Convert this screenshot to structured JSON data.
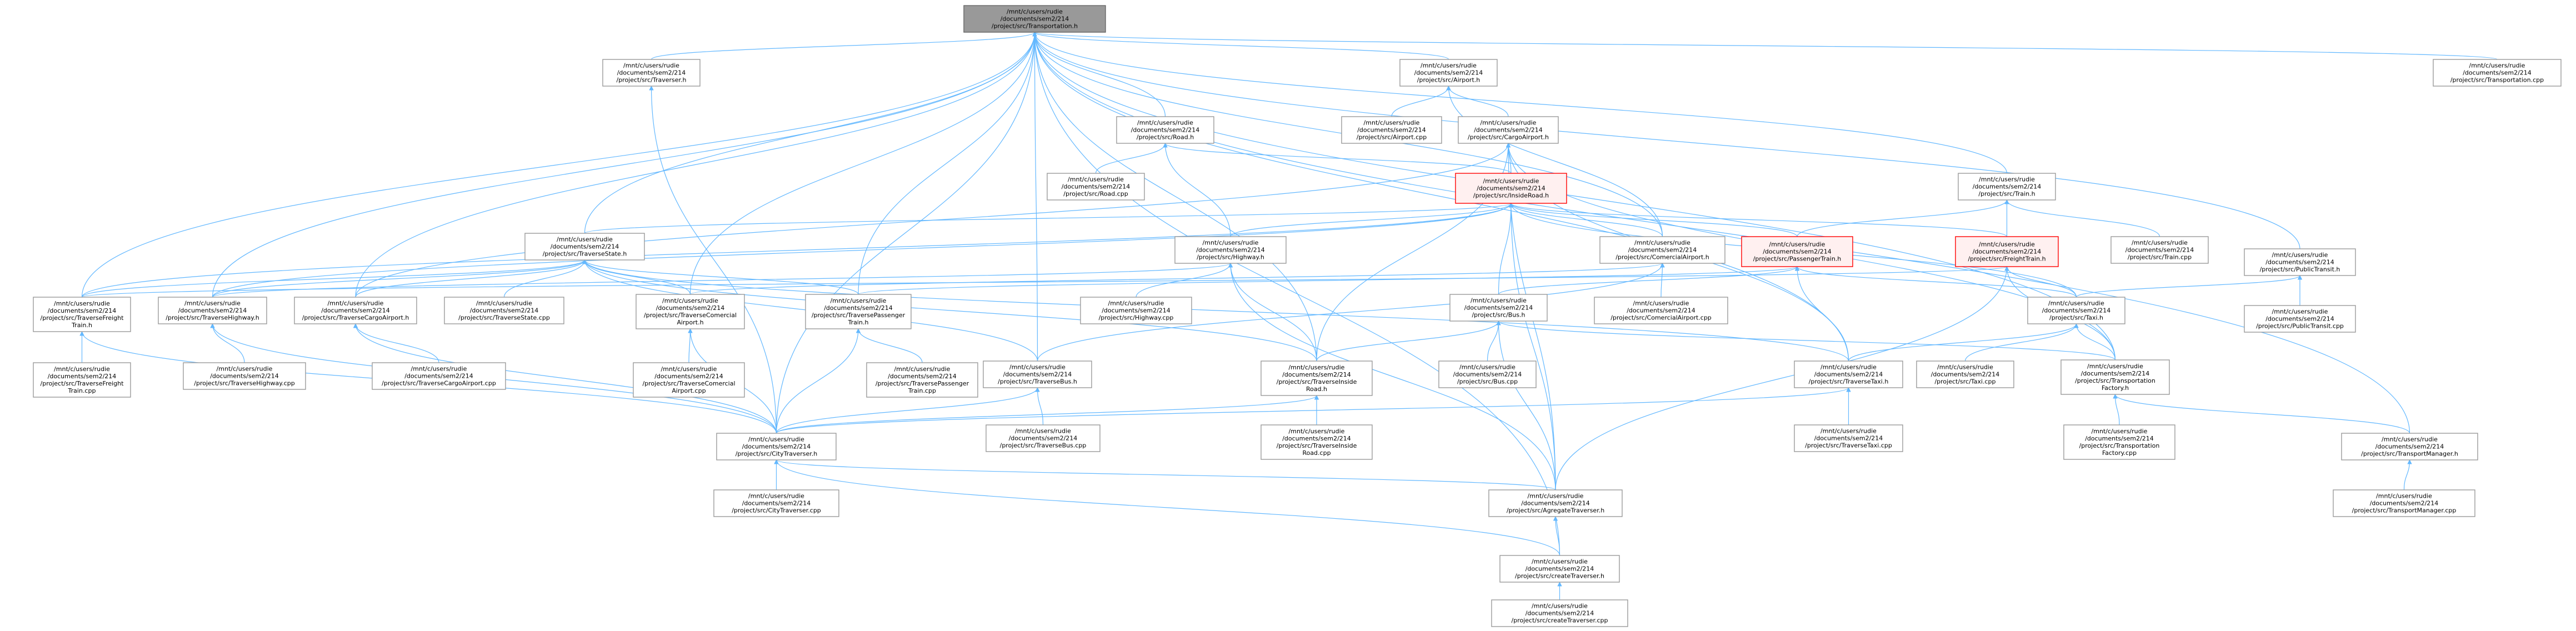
{
  "colors": {
    "edge": "#63b8ff",
    "root_fill": "#999999",
    "highlight_border": "#ff0000",
    "highlight_fill": "#fff0f0",
    "node_border": "#999999"
  },
  "nodes": [
    {
      "id": "transportation_h",
      "lines": [
        "/mnt/c/users/rudie",
        "/documents/sem2/214",
        "/project/src/Transportation.h"
      ],
      "root": true
    },
    {
      "id": "traverser_h",
      "lines": [
        "/mnt/c/users/rudie",
        "/documents/sem2/214",
        "/project/src/Traverser.h"
      ]
    },
    {
      "id": "airport_h",
      "lines": [
        "/mnt/c/users/rudie",
        "/documents/sem2/214",
        "/project/src/Airport.h"
      ]
    },
    {
      "id": "transportation_cpp",
      "lines": [
        "/mnt/c/users/rudie",
        "/documents/sem2/214",
        "/project/src/Transportation.cpp"
      ]
    },
    {
      "id": "road_h",
      "lines": [
        "/mnt/c/users/rudie",
        "/documents/sem2/214",
        "/project/src/Road.h"
      ]
    },
    {
      "id": "airport_cpp",
      "lines": [
        "/mnt/c/users/rudie",
        "/documents/sem2/214",
        "/project/src/Airport.cpp"
      ]
    },
    {
      "id": "cargoairport_h",
      "lines": [
        "/mnt/c/users/rudie",
        "/documents/sem2/214",
        "/project/src/CargoAirport.h"
      ]
    },
    {
      "id": "road_cpp",
      "lines": [
        "/mnt/c/users/rudie",
        "/documents/sem2/214",
        "/project/src/Road.cpp"
      ]
    },
    {
      "id": "insideroad_h",
      "lines": [
        "/mnt/c/users/rudie",
        "/documents/sem2/214",
        "/project/src/InsideRoad.h"
      ],
      "highlight": true
    },
    {
      "id": "train_h",
      "lines": [
        "/mnt/c/users/rudie",
        "/documents/sem2/214",
        "/project/src/Train.h"
      ]
    },
    {
      "id": "traversestate_h",
      "lines": [
        "/mnt/c/users/rudie",
        "/documents/sem2/214",
        "/project/src/TraverseState.h"
      ]
    },
    {
      "id": "highway_h",
      "lines": [
        "/mnt/c/users/rudie",
        "/documents/sem2/214",
        "/project/src/Highway.h"
      ]
    },
    {
      "id": "comercialairport_h",
      "lines": [
        "/mnt/c/users/rudie",
        "/documents/sem2/214",
        "/project/src/ComercialAirport.h"
      ]
    },
    {
      "id": "passengertrain_h",
      "lines": [
        "/mnt/c/users/rudie",
        "/documents/sem2/214",
        "/project/src/PassengerTrain.h"
      ],
      "highlight": true
    },
    {
      "id": "freighttrain_h",
      "lines": [
        "/mnt/c/users/rudie",
        "/documents/sem2/214",
        "/project/src/FreightTrain.h"
      ],
      "highlight": true
    },
    {
      "id": "train_cpp",
      "lines": [
        "/mnt/c/users/rudie",
        "/documents/sem2/214",
        "/project/src/Train.cpp"
      ]
    },
    {
      "id": "publictransit_h",
      "lines": [
        "/mnt/c/users/rudie",
        "/documents/sem2/214",
        "/project/src/PublicTransit.h"
      ]
    },
    {
      "id": "traversefreighttrain_h",
      "lines": [
        "/mnt/c/users/rudie",
        "/documents/sem2/214",
        "/project/src/TraverseFreight",
        "Train.h"
      ]
    },
    {
      "id": "traversehighway_h",
      "lines": [
        "/mnt/c/users/rudie",
        "/documents/sem2/214",
        "/project/src/TraverseHighway.h"
      ]
    },
    {
      "id": "traversecargoairport_h",
      "lines": [
        "/mnt/c/users/rudie",
        "/documents/sem2/214",
        "/project/src/TraverseCargoAirport.h"
      ]
    },
    {
      "id": "traversestate_cpp",
      "lines": [
        "/mnt/c/users/rudie",
        "/documents/sem2/214",
        "/project/src/TraverseState.cpp"
      ]
    },
    {
      "id": "traversecomercialairport_h",
      "lines": [
        "/mnt/c/users/rudie",
        "/documents/sem2/214",
        "/project/src/TraverseComercial",
        "Airport.h"
      ]
    },
    {
      "id": "traversepassengertrain_h",
      "lines": [
        "/mnt/c/users/rudie",
        "/documents/sem2/214",
        "/project/src/TraversePassenger",
        "Train.h"
      ]
    },
    {
      "id": "highway_cpp",
      "lines": [
        "/mnt/c/users/rudie",
        "/documents/sem2/214",
        "/project/src/Highway.cpp"
      ]
    },
    {
      "id": "bus_h",
      "lines": [
        "/mnt/c/users/rudie",
        "/documents/sem2/214",
        "/project/src/Bus.h"
      ]
    },
    {
      "id": "comercialairport_cpp",
      "lines": [
        "/mnt/c/users/rudie",
        "/documents/sem2/214",
        "/project/src/ComercialAirport.cpp"
      ]
    },
    {
      "id": "taxi_h",
      "lines": [
        "/mnt/c/users/rudie",
        "/documents/sem2/214",
        "/project/src/Taxi.h"
      ]
    },
    {
      "id": "publictransit_cpp",
      "lines": [
        "/mnt/c/users/rudie",
        "/documents/sem2/214",
        "/project/src/PublicTransit.cpp"
      ]
    },
    {
      "id": "traversefreighttrain_cpp",
      "lines": [
        "/mnt/c/users/rudie",
        "/documents/sem2/214",
        "/project/src/TraverseFreight",
        "Train.cpp"
      ]
    },
    {
      "id": "traversehighway_cpp",
      "lines": [
        "/mnt/c/users/rudie",
        "/documents/sem2/214",
        "/project/src/TraverseHighway.cpp"
      ]
    },
    {
      "id": "traversecargoairport_cpp",
      "lines": [
        "/mnt/c/users/rudie",
        "/documents/sem2/214",
        "/project/src/TraverseCargoAirport.cpp"
      ]
    },
    {
      "id": "traversecomercialairport_cpp",
      "lines": [
        "/mnt/c/users/rudie",
        "/documents/sem2/214",
        "/project/src/TraverseComercial",
        "Airport.cpp"
      ]
    },
    {
      "id": "traversepassengertrain_cpp",
      "lines": [
        "/mnt/c/users/rudie",
        "/documents/sem2/214",
        "/project/src/TraversePassenger",
        "Train.cpp"
      ]
    },
    {
      "id": "traversebus_h",
      "lines": [
        "/mnt/c/users/rudie",
        "/documents/sem2/214",
        "/project/src/TraverseBus.h"
      ]
    },
    {
      "id": "traverseinsideroad_h",
      "lines": [
        "/mnt/c/users/rudie",
        "/documents/sem2/214",
        "/project/src/TraverseInside",
        "Road.h"
      ]
    },
    {
      "id": "bus_cpp",
      "lines": [
        "/mnt/c/users/rudie",
        "/documents/sem2/214",
        "/project/src/Bus.cpp"
      ]
    },
    {
      "id": "traversetaxi_h",
      "lines": [
        "/mnt/c/users/rudie",
        "/documents/sem2/214",
        "/project/src/TraverseTaxi.h"
      ]
    },
    {
      "id": "taxi_cpp",
      "lines": [
        "/mnt/c/users/rudie",
        "/documents/sem2/214",
        "/project/src/Taxi.cpp"
      ]
    },
    {
      "id": "transportationfactory_h",
      "lines": [
        "/mnt/c/users/rudie",
        "/documents/sem2/214",
        "/project/src/Transportation",
        "Factory.h"
      ]
    },
    {
      "id": "citytraverser_h",
      "lines": [
        "/mnt/c/users/rudie",
        "/documents/sem2/214",
        "/project/src/CityTraverser.h"
      ]
    },
    {
      "id": "traversebus_cpp",
      "lines": [
        "/mnt/c/users/rudie",
        "/documents/sem2/214",
        "/project/src/TraverseBus.cpp"
      ]
    },
    {
      "id": "traverseinsideroad_cpp",
      "lines": [
        "/mnt/c/users/rudie",
        "/documents/sem2/214",
        "/project/src/TraverseInside",
        "Road.cpp"
      ]
    },
    {
      "id": "traversetaxi_cpp",
      "lines": [
        "/mnt/c/users/rudie",
        "/documents/sem2/214",
        "/project/src/TraverseTaxi.cpp"
      ]
    },
    {
      "id": "transportationfactory_cpp",
      "lines": [
        "/mnt/c/users/rudie",
        "/documents/sem2/214",
        "/project/src/Transportation",
        "Factory.cpp"
      ]
    },
    {
      "id": "transportmanager_h",
      "lines": [
        "/mnt/c/users/rudie",
        "/documents/sem2/214",
        "/project/src/TransportManager.h"
      ]
    },
    {
      "id": "citytraverser_cpp",
      "lines": [
        "/mnt/c/users/rudie",
        "/documents/sem2/214",
        "/project/src/CityTraverser.cpp"
      ]
    },
    {
      "id": "agregatetraverser_h",
      "lines": [
        "/mnt/c/users/rudie",
        "/documents/sem2/214",
        "/project/src/AgregateTraverser.h"
      ]
    },
    {
      "id": "transportmanager_cpp",
      "lines": [
        "/mnt/c/users/rudie",
        "/documents/sem2/214",
        "/project/src/TransportManager.cpp"
      ]
    },
    {
      "id": "createtraverser_h",
      "lines": [
        "/mnt/c/users/rudie",
        "/documents/sem2/214",
        "/project/src/createTraverser.h"
      ]
    },
    {
      "id": "createtraverser_cpp",
      "lines": [
        "/mnt/c/users/rudie",
        "/documents/sem2/214",
        "/project/src/createTraverser.cpp"
      ]
    }
  ],
  "edges": [
    [
      "traverser_h",
      "transportation_h"
    ],
    [
      "airport_h",
      "transportation_h"
    ],
    [
      "transportation_cpp",
      "transportation_h"
    ],
    [
      "road_h",
      "transportation_h"
    ],
    [
      "train_h",
      "transportation_h"
    ],
    [
      "traversestate_h",
      "transportation_h"
    ],
    [
      "publictransit_h",
      "transportation_h"
    ],
    [
      "traversefreighttrain_h",
      "transportation_h"
    ],
    [
      "traversehighway_h",
      "transportation_h"
    ],
    [
      "traversecargoairport_h",
      "transportation_h"
    ],
    [
      "traversecomercialairport_h",
      "transportation_h"
    ],
    [
      "traversepassengertrain_h",
      "transportation_h"
    ],
    [
      "citytraverser_h",
      "transportation_h"
    ],
    [
      "traversebus_h",
      "transportation_h"
    ],
    [
      "traverseinsideroad_h",
      "transportation_h"
    ],
    [
      "traversetaxi_h",
      "transportation_h"
    ],
    [
      "transportationfactory_h",
      "transportation_h"
    ],
    [
      "transportmanager_h",
      "transportation_h"
    ],
    [
      "createtraverser_h",
      "transportation_h"
    ],
    [
      "comercialairport_h",
      "transportation_h"
    ],
    [
      "citytraverser_h",
      "traverser_h"
    ],
    [
      "airport_cpp",
      "airport_h"
    ],
    [
      "cargoairport_h",
      "airport_h"
    ],
    [
      "comercialairport_h",
      "airport_h"
    ],
    [
      "road_cpp",
      "road_h"
    ],
    [
      "insideroad_h",
      "road_h"
    ],
    [
      "highway_h",
      "road_h"
    ],
    [
      "insideroad_h",
      "cargoairport_h"
    ],
    [
      "traversecargoairport_h",
      "cargoairport_h"
    ],
    [
      "transportationfactory_h",
      "cargoairport_h"
    ],
    [
      "agregatetraverser_h",
      "cargoairport_h"
    ],
    [
      "traverseinsideroad_h",
      "cargoairport_h"
    ],
    [
      "traversetaxi_h",
      "cargoairport_h"
    ],
    [
      "passengertrain_h",
      "train_h"
    ],
    [
      "freighttrain_h",
      "train_h"
    ],
    [
      "train_cpp",
      "train_h"
    ],
    [
      "traversestate_cpp",
      "traversestate_h"
    ],
    [
      "traversefreighttrain_h",
      "traversestate_h"
    ],
    [
      "traversehighway_h",
      "traversestate_h"
    ],
    [
      "traversecargoairport_h",
      "traversestate_h"
    ],
    [
      "traversecomercialairport_h",
      "traversestate_h"
    ],
    [
      "traversepassengertrain_h",
      "traversestate_h"
    ],
    [
      "traversebus_h",
      "traversestate_h"
    ],
    [
      "traverseinsideroad_h",
      "traversestate_h"
    ],
    [
      "traversetaxi_h",
      "traversestate_h"
    ],
    [
      "highway_h",
      "insideroad_h"
    ],
    [
      "comercialairport_h",
      "insideroad_h"
    ],
    [
      "passengertrain_h",
      "insideroad_h"
    ],
    [
      "freighttrain_h",
      "insideroad_h"
    ],
    [
      "bus_h",
      "insideroad_h"
    ],
    [
      "taxi_h",
      "insideroad_h"
    ],
    [
      "traversestate_h",
      "insideroad_h"
    ],
    [
      "traversefreighttrain_h",
      "insideroad_h"
    ],
    [
      "traversehighway_h",
      "insideroad_h"
    ],
    [
      "agregatetraverser_h",
      "insideroad_h"
    ],
    [
      "highway_cpp",
      "highway_h"
    ],
    [
      "traversehighway_h",
      "highway_h"
    ],
    [
      "traverseinsideroad_h",
      "highway_h"
    ],
    [
      "agregatetraverser_h",
      "highway_h"
    ],
    [
      "comercialairport_cpp",
      "comercialairport_h"
    ],
    [
      "traversecomercialairport_h",
      "comercialairport_h"
    ],
    [
      "traversebus_h",
      "comercialairport_h"
    ],
    [
      "bus_h",
      "passengertrain_h"
    ],
    [
      "taxi_h",
      "passengertrain_h"
    ],
    [
      "traversepassengertrain_h",
      "passengertrain_h"
    ],
    [
      "traversetaxi_h",
      "passengertrain_h"
    ],
    [
      "traversefreighttrain_h",
      "freighttrain_h"
    ],
    [
      "taxi_h",
      "freighttrain_h"
    ],
    [
      "transportationfactory_h",
      "freighttrain_h"
    ],
    [
      "agregatetraverser_h",
      "freighttrain_h"
    ],
    [
      "publictransit_cpp",
      "publictransit_h"
    ],
    [
      "taxi_h",
      "publictransit_h"
    ],
    [
      "bus_cpp",
      "bus_h"
    ],
    [
      "traverseinsideroad_h",
      "bus_h"
    ],
    [
      "agregatetraverser_h",
      "bus_h"
    ],
    [
      "transportationfactory_h",
      "bus_h"
    ],
    [
      "taxi_cpp",
      "taxi_h"
    ],
    [
      "traversetaxi_h",
      "taxi_h"
    ],
    [
      "transportationfactory_h",
      "taxi_h"
    ],
    [
      "traversefreighttrain_cpp",
      "traversefreighttrain_h"
    ],
    [
      "citytraverser_h",
      "traversefreighttrain_h"
    ],
    [
      "traversehighway_cpp",
      "traversehighway_h"
    ],
    [
      "citytraverser_h",
      "traversehighway_h"
    ],
    [
      "traversecargoairport_cpp",
      "traversecargoairport_h"
    ],
    [
      "citytraverser_h",
      "traversecargoairport_h"
    ],
    [
      "traversecomercialairport_cpp",
      "traversecomercialairport_h"
    ],
    [
      "citytraverser_h",
      "traversecomercialairport_h"
    ],
    [
      "traversepassengertrain_cpp",
      "traversepassengertrain_h"
    ],
    [
      "citytraverser_h",
      "traversepassengertrain_h"
    ],
    [
      "traversebus_cpp",
      "traversebus_h"
    ],
    [
      "citytraverser_h",
      "traversebus_h"
    ],
    [
      "traverseinsideroad_cpp",
      "traverseinsideroad_h"
    ],
    [
      "citytraverser_h",
      "traverseinsideroad_h"
    ],
    [
      "traversetaxi_cpp",
      "traversetaxi_h"
    ],
    [
      "citytraverser_h",
      "traversetaxi_h"
    ],
    [
      "transportationfactory_cpp",
      "transportationfactory_h"
    ],
    [
      "transportmanager_h",
      "transportationfactory_h"
    ],
    [
      "citytraverser_cpp",
      "citytraverser_h"
    ],
    [
      "agregatetraverser_h",
      "citytraverser_h"
    ],
    [
      "createtraverser_h",
      "citytraverser_h"
    ],
    [
      "transportmanager_cpp",
      "transportmanager_h"
    ],
    [
      "createtraverser_cpp",
      "createtraverser_h"
    ],
    [
      "createtraverser_h",
      "agregatetraverser_h"
    ]
  ]
}
